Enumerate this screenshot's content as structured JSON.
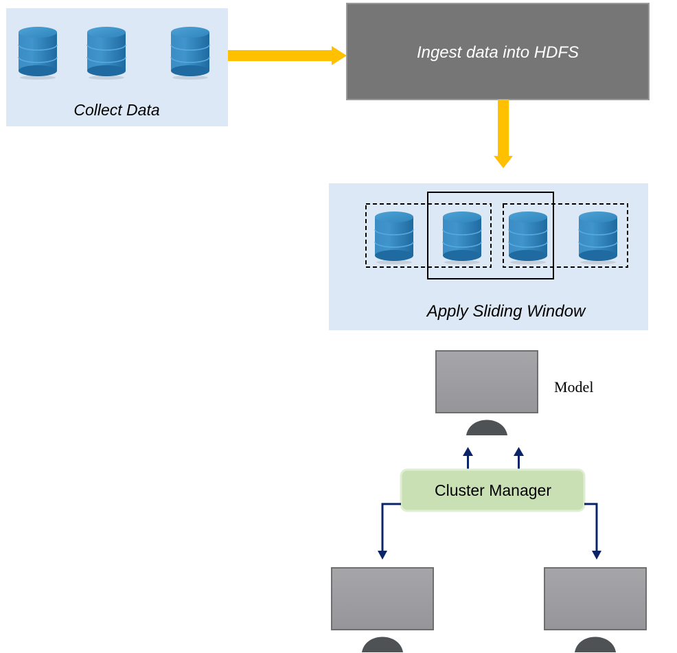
{
  "labels": {
    "collect_data": "Collect Data",
    "ingest_data": "Ingest data into HDFS",
    "apply_sliding_window": "Apply Sliding Window",
    "model": "Model",
    "cluster_manager": "Cluster Manager"
  },
  "colors": {
    "panel_fill": "#dce8f5",
    "ingest_box_fill": "#767676",
    "ingest_box_border": "#9a9a9a",
    "arrow_yellow": "#ffc000",
    "arrow_navy": "#0b2467",
    "cluster_manager_fill": "#c9e0b5",
    "cluster_manager_border": "#dfeed2",
    "monitor_screen": "#a0a0a3",
    "monitor_stand": "#4f5254",
    "database_blue": "#2b7cb4"
  }
}
